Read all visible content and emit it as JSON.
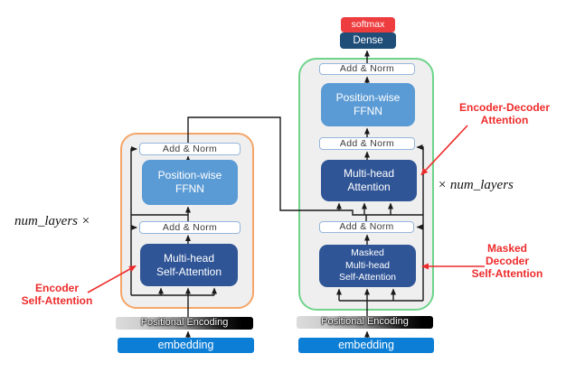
{
  "colors": {
    "softmax_red": "#ee3d3f",
    "dense_navy": "#1f4e79",
    "ffnn_blue": "#5b9bd5",
    "attention_dark_blue": "#2f5597",
    "embedding_blue": "#0c7ed6",
    "encoder_outline_orange": "#f4a567",
    "decoder_outline_green": "#6fd48a",
    "block_fill_gray": "#efefef",
    "annotation_red": "#ee2b2b"
  },
  "output_head": {
    "softmax": "softmax",
    "dense": "Dense"
  },
  "encoder": {
    "add_norm_top": "Add & Norm",
    "ffnn": "Position-wise\nFFNN",
    "add_norm_bottom": "Add & Norm",
    "self_attention": "Multi-head\nSelf-Attention",
    "positional_encoding": "Positional Encoding",
    "embedding": "embedding",
    "repeat_label": "num_layers ×"
  },
  "decoder": {
    "add_norm_top": "Add & Norm",
    "ffnn": "Position-wise\nFFNN",
    "add_norm_middle": "Add & Norm",
    "attention": "Multi-head\nAttention",
    "add_norm_bottom": "Add & Norm",
    "masked_self_attention": "Masked\nMulti-head\nSelf-Attention",
    "positional_encoding": "Positional Encoding",
    "embedding": "embedding",
    "repeat_label": "× num_layers"
  },
  "annotations": {
    "encoder_self_attention": "Encoder\nSelf-Attention",
    "encoder_decoder_attention": "Encoder-Decoder\nAttention",
    "masked_decoder_self_attention": "Masked\nDecoder\nSelf-Attention"
  }
}
